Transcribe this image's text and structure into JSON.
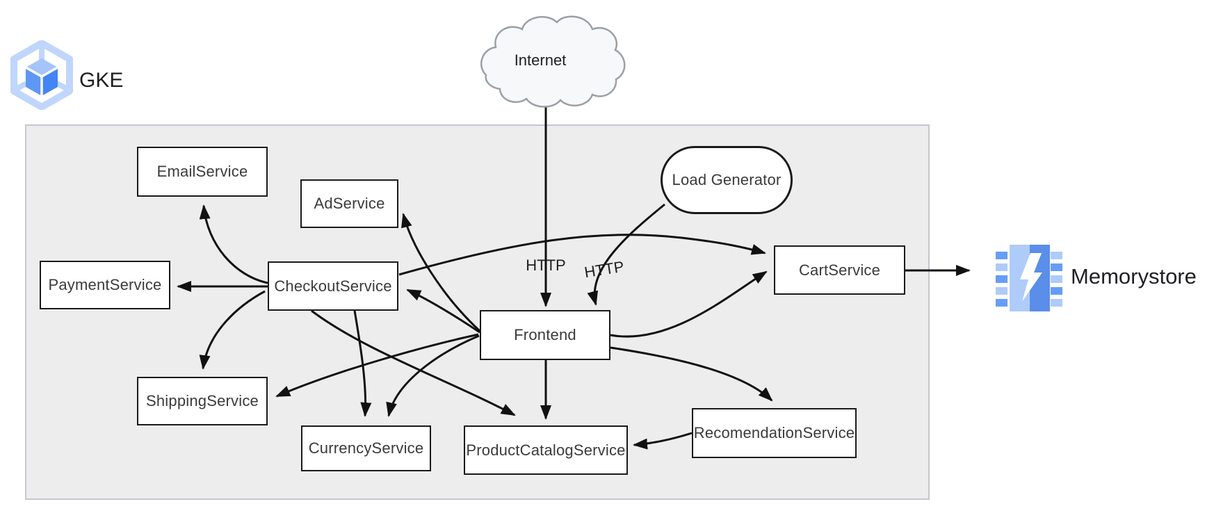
{
  "diagram": {
    "platform_label": "GKE",
    "internet_label": "Internet",
    "memorystore_label": "Memorystore"
  },
  "nodes": [
    {
      "id": "emailservice",
      "label": "EmailService",
      "shape": "rect"
    },
    {
      "id": "adservice",
      "label": "AdService",
      "shape": "rect"
    },
    {
      "id": "paymentservice",
      "label": "PaymentService",
      "shape": "rect"
    },
    {
      "id": "checkoutservice",
      "label": "CheckoutService",
      "shape": "rect"
    },
    {
      "id": "shippingservice",
      "label": "ShippingService",
      "shape": "rect"
    },
    {
      "id": "currencyservice",
      "label": "CurrencyService",
      "shape": "rect"
    },
    {
      "id": "frontend",
      "label": "Frontend",
      "shape": "rect"
    },
    {
      "id": "productcatalogservice",
      "label": "ProductCatalogService",
      "shape": "rect"
    },
    {
      "id": "cartservice",
      "label": "CartService",
      "shape": "rect"
    },
    {
      "id": "recomendationservice",
      "label": "RecomendationService",
      "shape": "rect"
    },
    {
      "id": "load-generator",
      "label": "Load Generator",
      "shape": "rounded"
    },
    {
      "id": "internet",
      "label": "Internet",
      "shape": "cloud"
    },
    {
      "id": "memorystore",
      "label": "Memorystore",
      "shape": "icon"
    },
    {
      "id": "gke",
      "label": "GKE",
      "shape": "icon"
    }
  ],
  "edges": [
    {
      "from": "Internet",
      "to": "Frontend",
      "label": "HTTP"
    },
    {
      "from": "Load Generator",
      "to": "Frontend",
      "label": "HTTP"
    },
    {
      "from": "Frontend",
      "to": "AdService",
      "label": ""
    },
    {
      "from": "Frontend",
      "to": "CheckoutService",
      "label": ""
    },
    {
      "from": "Frontend",
      "to": "ShippingService",
      "label": ""
    },
    {
      "from": "Frontend",
      "to": "CurrencyService",
      "label": ""
    },
    {
      "from": "Frontend",
      "to": "ProductCatalogService",
      "label": ""
    },
    {
      "from": "Frontend",
      "to": "CartService",
      "label": ""
    },
    {
      "from": "Frontend",
      "to": "RecomendationService",
      "label": ""
    },
    {
      "from": "CheckoutService",
      "to": "EmailService",
      "label": ""
    },
    {
      "from": "CheckoutService",
      "to": "PaymentService",
      "label": ""
    },
    {
      "from": "CheckoutService",
      "to": "ShippingService",
      "label": ""
    },
    {
      "from": "CheckoutService",
      "to": "CurrencyService",
      "label": ""
    },
    {
      "from": "CheckoutService",
      "to": "ProductCatalogService",
      "label": ""
    },
    {
      "from": "CheckoutService",
      "to": "CartService",
      "label": ""
    },
    {
      "from": "RecomendationService",
      "to": "ProductCatalogService",
      "label": ""
    },
    {
      "from": "CartService",
      "to": "Memorystore",
      "label": ""
    }
  ],
  "colors": {
    "panel_fill": "#ededee",
    "panel_border": "#c3c8ce",
    "node_fill": "#ffffff",
    "node_border": "#1a1a1a",
    "arrow": "#111111",
    "cloud_fill": "#f7f8fa",
    "cloud_stroke": "#9aa0a6",
    "blue_light": "#aecbfa",
    "blue_mid": "#669df6",
    "blue_dark": "#4285f4",
    "text": "#333333"
  }
}
